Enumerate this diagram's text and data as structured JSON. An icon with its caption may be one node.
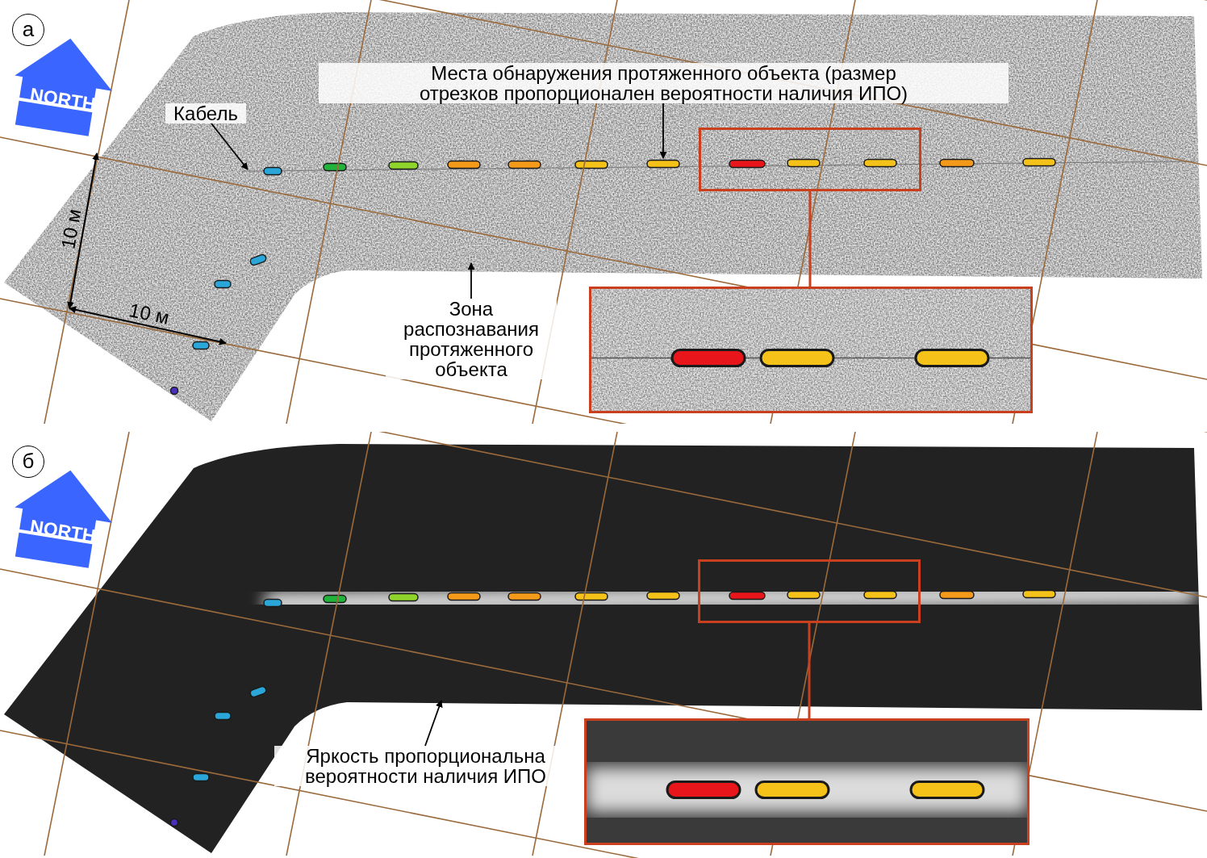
{
  "diagram": {
    "nodes": [
      {
        "text": [
          "а"
        ]
      },
      {
        "text": [
          "NORTH"
        ]
      },
      {
        "text": [
          "Места обнаружения протяженного объекта (размер отрезков пропорционален вероятности наличия ИПО)"
        ]
      },
      {
        "text": [
          "Кабель"
        ]
      },
      {
        "text": [],
        "shape": "box"
      },
      {
        "text": [
          "Зона распознавания протяженного объекта"
        ]
      },
      {
        "text": [],
        "shape": "picture"
      },
      {
        "text": [
          "б"
        ]
      },
      {
        "text": [
          "NORTH"
        ]
      },
      {
        "text": [],
        "shape": "box"
      },
      {
        "text": [
          "Яркость пропорциональна вероятности наличия ИПО"
        ]
      },
      {
        "text": [],
        "shape": "picture"
      }
    ],
    "edges": [
      {
        "from": 3,
        "to": null,
        "arrow": "to"
      },
      {
        "from": 2,
        "to": null,
        "arrow": "to"
      },
      {
        "from": 5,
        "to": null,
        "arrow": "to"
      },
      {
        "from": 4,
        "to": 6,
        "arrow": "none",
        "color": "#c8401e"
      },
      {
        "from": 10,
        "to": null,
        "arrow": "to"
      },
      {
        "from": 9,
        "to": 11,
        "arrow": "none",
        "color": "#c8401e"
      }
    ],
    "labels": [
      "10 м",
      "10 м"
    ]
  }
}
